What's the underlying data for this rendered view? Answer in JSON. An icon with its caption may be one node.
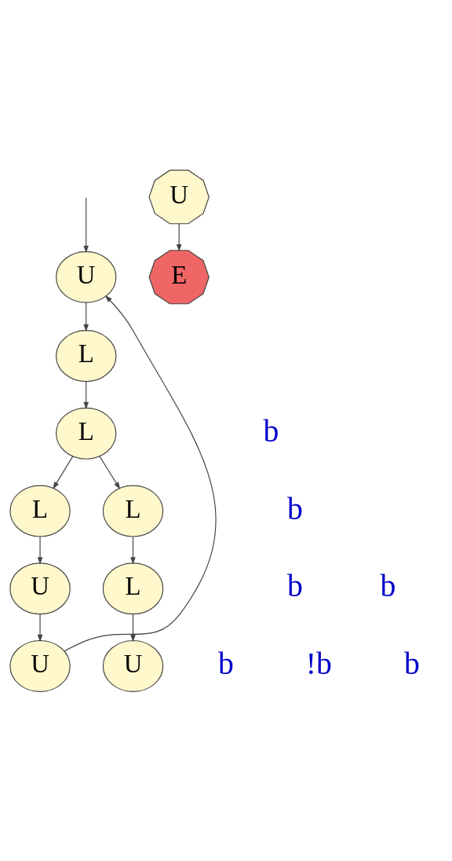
{
  "diagram": {
    "nodes": [
      {
        "text": [
          "U"
        ]
      },
      {
        "text": [
          "L"
        ]
      },
      {
        "text": [
          "L"
        ]
      },
      {
        "text": [
          "L"
        ]
      },
      {
        "text": [
          "U"
        ]
      },
      {
        "text": [
          "U"
        ]
      },
      {
        "text": [
          "L"
        ]
      },
      {
        "text": [
          "L"
        ]
      },
      {
        "text": [
          "U"
        ]
      },
      {
        "text": [
          "U"
        ]
      },
      {
        "text": [
          "E"
        ]
      }
    ],
    "edges": [
      {
        "from": null,
        "to": 0,
        "arrow": "to"
      },
      {
        "from": 5,
        "to": 0,
        "arrow": "to"
      },
      {
        "from": 0,
        "to": 1,
        "arrow": "to"
      },
      {
        "from": 1,
        "to": 2,
        "arrow": "to"
      },
      {
        "from": 2,
        "to": 3,
        "arrow": "to"
      },
      {
        "from": 2,
        "to": 6,
        "arrow": "to"
      },
      {
        "from": 3,
        "to": 4,
        "arrow": "to"
      },
      {
        "from": 4,
        "to": 5,
        "arrow": "to"
      },
      {
        "from": 6,
        "to": 7,
        "arrow": "to"
      },
      {
        "from": 7,
        "to": 8,
        "arrow": "to"
      },
      {
        "from": 9,
        "to": 10,
        "arrow": "to"
      }
    ],
    "labels": [
      "b",
      "b",
      "b",
      "b",
      "!b",
      "b",
      "b"
    ]
  }
}
